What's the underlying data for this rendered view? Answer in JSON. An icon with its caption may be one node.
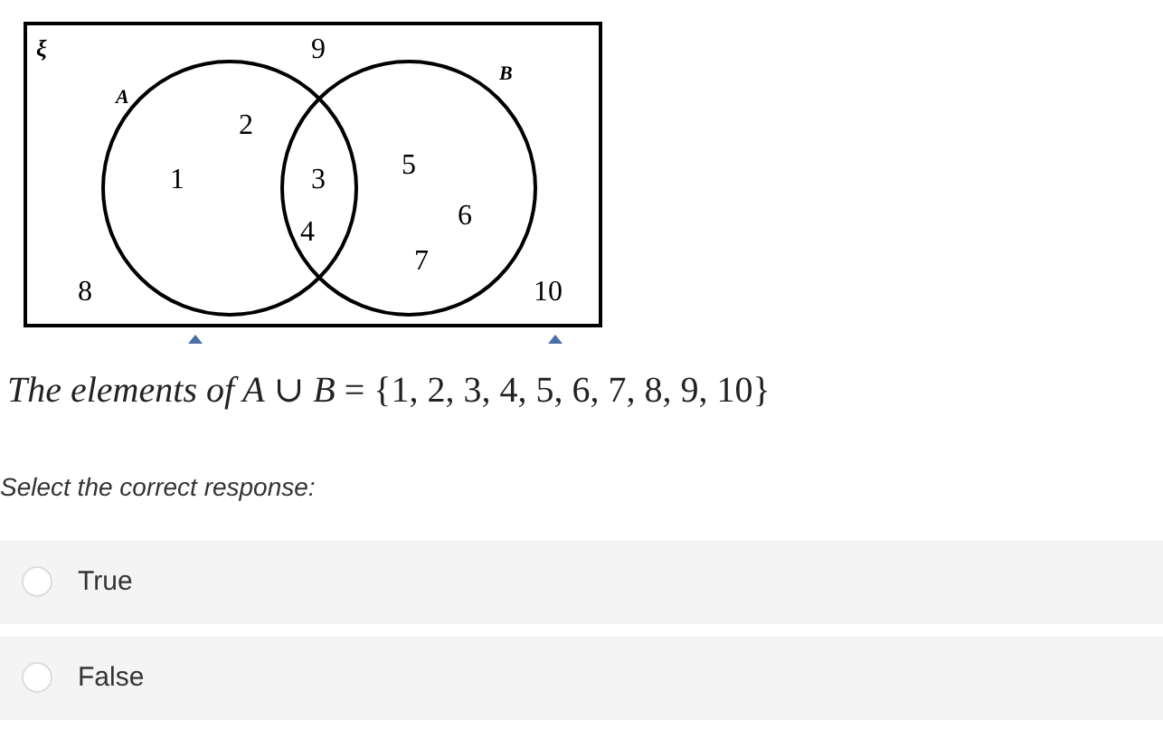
{
  "diagram": {
    "nodes": [
      {
        "text": [
          "ξ"
        ]
      },
      {
        "text": [
          "A"
        ],
        "in": 0
      },
      {
        "text": [
          "B"
        ],
        "in": 0
      },
      {
        "text": [
          "True"
        ]
      },
      {
        "text": [
          "False"
        ]
      }
    ],
    "edges": [],
    "labels": [
      "9",
      "2",
      "5",
      "1",
      "3",
      "6",
      "4",
      "7",
      "8",
      "10",
      "*The elements of A* ∪ *B* = {1, 2, 3, 4, 5, 6, 7, 8, 9, 10}",
      "Select the correct response:"
    ]
  }
}
